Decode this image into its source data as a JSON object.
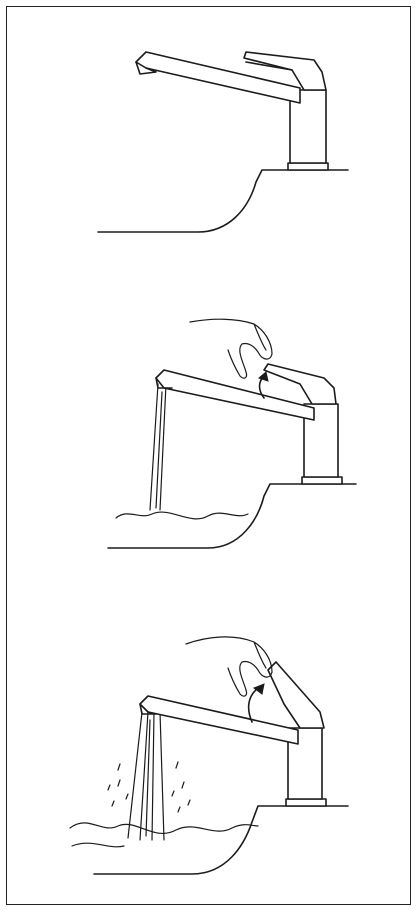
{
  "document": {
    "panels": [
      {
        "state": "closed"
      },
      {
        "state": "opening"
      },
      {
        "state": "open-full"
      }
    ]
  },
  "colors": {
    "line": "#1b1b1b",
    "background": "#ffffff"
  }
}
